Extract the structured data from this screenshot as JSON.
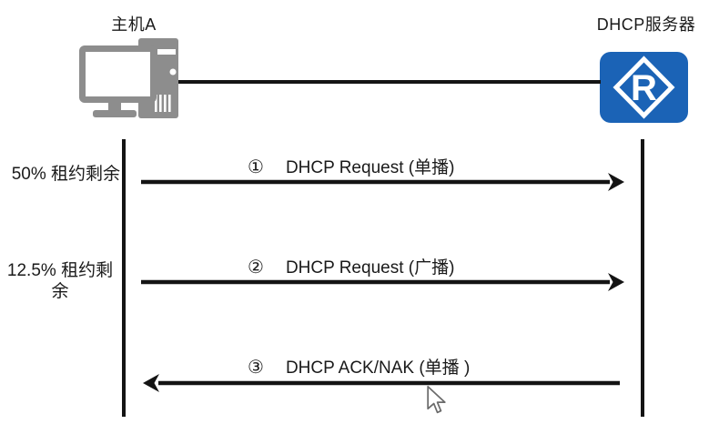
{
  "diagram": {
    "host_label": "主机A",
    "server_label": "DHCP服务器",
    "router_letter": "R",
    "annotations": [
      {
        "text": "50% 租约剩余"
      },
      {
        "text": "12.5% 租约剩\n余"
      }
    ],
    "messages": [
      {
        "number": "①",
        "text": "DHCP Request (单播)",
        "direction": "left-to-right"
      },
      {
        "number": "②",
        "text": "DHCP Request (广播)",
        "direction": "left-to-right"
      },
      {
        "number": "③",
        "text": "DHCP ACK/NAK (单播 )",
        "direction": "right-to-left"
      }
    ],
    "colors": {
      "router_blue": "#1b63b6",
      "device_gray": "#8d8d8d",
      "line_black": "#141414"
    }
  }
}
